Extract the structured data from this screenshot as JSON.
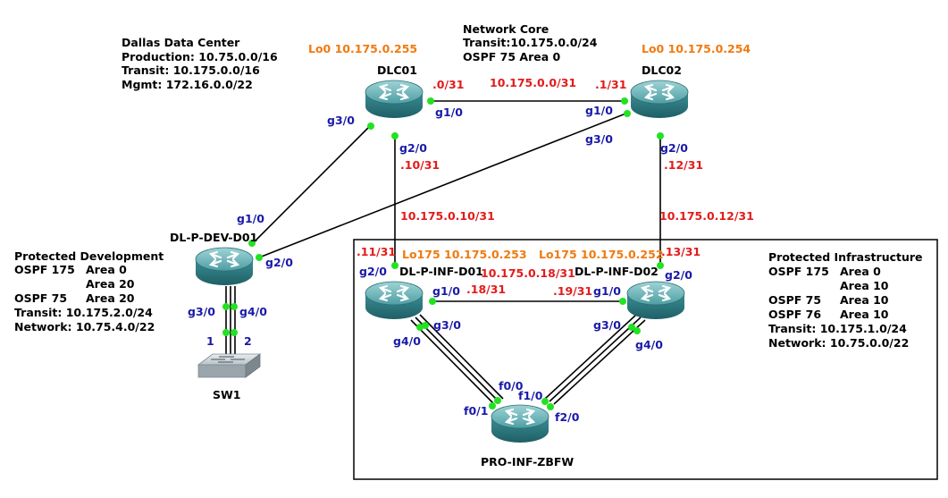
{
  "diagram": {
    "colors": {
      "link": "#000000",
      "port_dot": "#22e222",
      "ip_label": "#e31b1b",
      "interface_label": "#1a1aa8",
      "loopback_label": "#f07a10",
      "router_body": "#3c8f95"
    },
    "info": {
      "dallas": {
        "title": "Dallas Data Center",
        "lines": [
          "Production: 10.75.0.0/16",
          "Transit: 10.175.0.0/16",
          "Mgmt: 172.16.0.0/22"
        ]
      },
      "core": {
        "title": "Network Core",
        "lines": [
          "Transit:10.175.0.0/24",
          "OSPF 75 Area 0"
        ]
      },
      "dev": {
        "title": "Protected Development",
        "row1_left": "OSPF 175",
        "row1_right": "Area 0",
        "row2_right": "Area 20",
        "row3_left": "OSPF 75",
        "row3_right": "Area 20",
        "line4": "Transit: 10.175.2.0/24",
        "line5": "Network: 10.75.4.0/22"
      },
      "infra": {
        "title": "Protected Infrastructure",
        "row1_left": "OSPF 175",
        "row1_right": "Area 0",
        "row2_right": "Area 10",
        "row3_left": "OSPF 75",
        "row3_right": "Area 10",
        "row4_left": "OSPF 76",
        "row4_right": "Area 10",
        "line5": "Transit: 10.175.1.0/24",
        "line6": "Network: 10.75.0.0/22"
      }
    },
    "nodes": {
      "dlc01": "DLC01",
      "dlc02": "DLC02",
      "dev": "DL-P-DEV-D01",
      "inf01": "DL-P-INF-D01",
      "inf02": "DL-P-INF-D02",
      "fw": "PRO-INF-ZBFW",
      "sw": "SW1"
    },
    "loopbacks": {
      "dlc01": "Lo0 10.175.0.255",
      "dlc02": "Lo0 10.175.0.254",
      "inf01": "Lo175 10.175.0.253",
      "inf02": "Lo175 10.175.0.252"
    },
    "subnets": {
      "core": "10.175.0.0/31",
      "dlc01_inf01": "10.175.0.10/31",
      "dlc02_inf02": "10.175.0.12/31",
      "inf01_inf02": "10.175.0.18/31"
    },
    "host_ips": {
      "dlc01_g1": ".0/31",
      "dlc02_g1": ".1/31",
      "dlc01_g2": ".10/31",
      "dlc02_g2": ".12/31",
      "inf01_g2": ".11/31",
      "inf02_g2": ".13/31",
      "inf01_g1": ".18/31",
      "inf02_g1": ".19/31"
    },
    "interfaces": {
      "dlc01_g3": "g3/0",
      "dlc01_g1": "g1/0",
      "dlc01_g2": "g2/0",
      "dlc02_g1": "g1/0",
      "dlc02_g3": "g3/0",
      "dlc02_g2": "g2/0",
      "dev_g1": "g1/0",
      "dev_g2": "g2/0",
      "dev_g3": "g3/0",
      "dev_g4": "g4/0",
      "sw_p1": "1",
      "sw_p2": "2",
      "inf01_g2": "g2/0",
      "inf01_g1": "g1/0",
      "inf01_g4": "g4/0",
      "inf01_g3": "g3/0",
      "inf02_g1": "g1/0",
      "inf02_g2": "g2/0",
      "inf02_g3": "g3/0",
      "inf02_g4": "g4/0",
      "fw_f00": "f0/0",
      "fw_f01": "f0/1",
      "fw_f10": "f1/0",
      "fw_f20": "f2/0"
    }
  }
}
